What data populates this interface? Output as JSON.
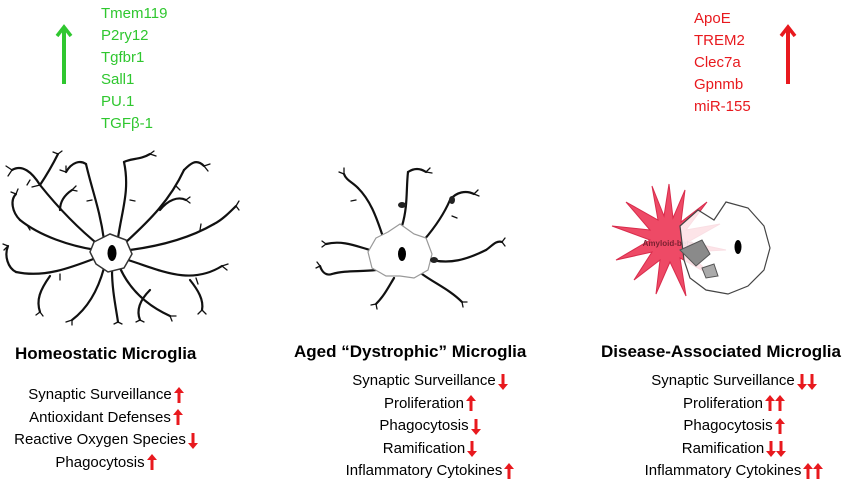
{
  "homeostatic": {
    "markers": [
      "Tmem119",
      "P2ry12",
      "Tgfbr1",
      "Sall1",
      "PU.1",
      "TGFβ-1"
    ],
    "marker_color": "#2fc72f",
    "title": "Homeostatic Microglia",
    "properties": [
      {
        "label": "Synaptic Surveillance",
        "arrows": "up"
      },
      {
        "label": "Antioxidant Defenses",
        "arrows": "up"
      },
      {
        "label": "Reactive Oxygen Species",
        "arrows": "down"
      },
      {
        "label": "Phagocytosis",
        "arrows": "up"
      }
    ]
  },
  "aged": {
    "title": "Aged “Dystrophic” Microglia",
    "properties": [
      {
        "label": "Synaptic Surveillance",
        "arrows": "down"
      },
      {
        "label": "Proliferation",
        "arrows": "up"
      },
      {
        "label": "Phagocytosis",
        "arrows": "down"
      },
      {
        "label": "Ramification",
        "arrows": "down"
      },
      {
        "label": "Inflammatory Cytokines",
        "arrows": "up"
      }
    ]
  },
  "disease": {
    "markers": [
      "ApoE",
      "TREM2",
      "Clec7a",
      "Gpnmb",
      "miR-155"
    ],
    "marker_color": "#e8191e",
    "title": "Disease-Associated Microglia",
    "amyloid_label": "Amyloid-beta",
    "properties": [
      {
        "label": "Synaptic Surveillance",
        "arrows": "down-down"
      },
      {
        "label": "Proliferation",
        "arrows": "up-up"
      },
      {
        "label": "Phagocytosis",
        "arrows": "up"
      },
      {
        "label": "Ramification",
        "arrows": "down-down"
      },
      {
        "label": "Inflammatory Cytokines",
        "arrows": "up-up"
      }
    ]
  },
  "arrow_color": "#e8191e"
}
